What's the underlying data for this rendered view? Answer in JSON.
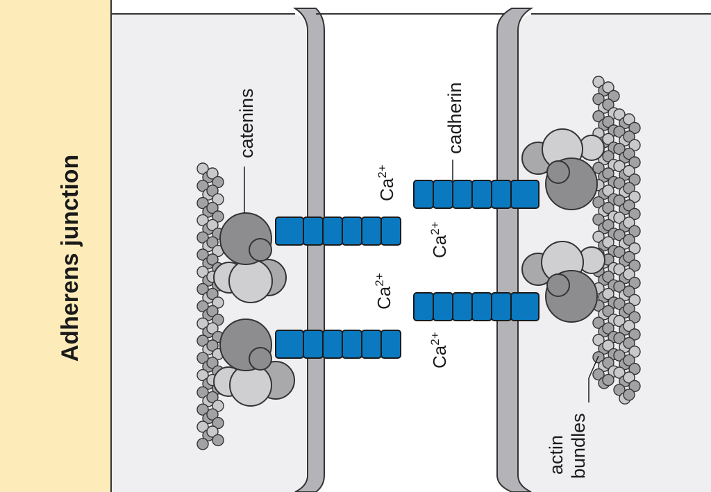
{
  "diagram": {
    "title": "Adherens junction",
    "labels": {
      "catenins": "catenins",
      "cadherin": "cadherin",
      "actin_line1": "actin",
      "actin_line2": "bundles"
    },
    "ion": {
      "base": "Ca",
      "superscript": "2+"
    },
    "colors": {
      "title_bar": "#fdebb9",
      "cell_fill": "#efeff2",
      "membrane": "#b4b4b8",
      "cadherin": "#0a79c0",
      "protein_dark": "#8d8d8f",
      "protein_mid": "#a9a9ab",
      "protein_light": "#cfcfd1",
      "actin": "#a2a2a4"
    }
  }
}
